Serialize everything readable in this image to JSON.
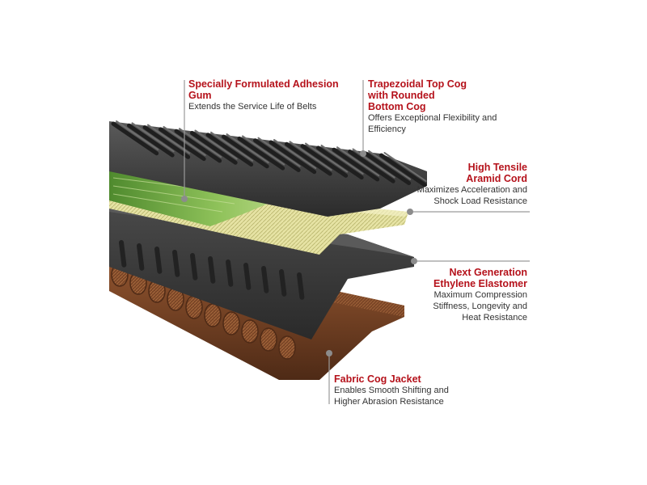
{
  "callouts": [
    {
      "title": "Specially Formulated Adhesion Gum",
      "description": "Extends the Service Life of Belts"
    },
    {
      "title": "Trapezoidal Top Cog with Rounded Bottom Cog",
      "description": "Offers Exceptional Flexibility and Efficiency"
    },
    {
      "title": "High Tensile Aramid Cord",
      "description": "Maximizes Acceleration and Shock Load Resistance"
    },
    {
      "title": "Next Generation Ethylene Elastomer",
      "description": "Maximum Compression Stiffness, Longevity and Heat Resistance"
    },
    {
      "title": "Fabric Cog Jacket",
      "description": "Enables Smooth Shifting and Higher Abrasion Resistance"
    }
  ],
  "colors": {
    "title": "#b5121b",
    "text": "#333333",
    "leader": "#9a9a9a",
    "gum": "#7fb04a",
    "cord": "#e6e3a4",
    "rubber": "#3d3d3d",
    "jacket": "#7a4526"
  }
}
